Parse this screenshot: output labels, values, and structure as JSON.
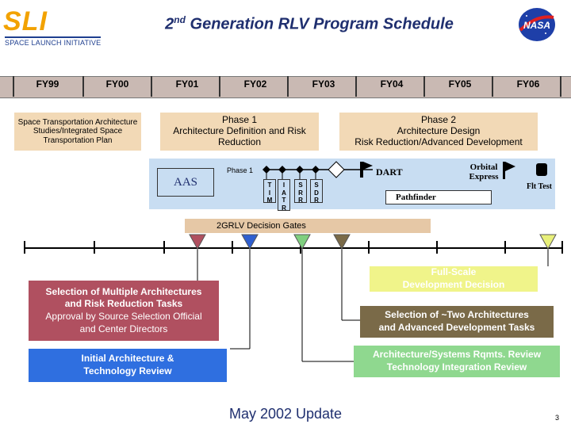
{
  "header": {
    "logo_text": "SLI",
    "logo_subtitle": "SPACE LAUNCH INITIATIVE",
    "title_prefix": "2",
    "title_sup": "nd",
    "title_rest": " Generation RLV Program Schedule",
    "nasa_logo_text": "NASA"
  },
  "fiscal_years": [
    "FY99",
    "FY00",
    "FY01",
    "FY02",
    "FY03",
    "FY04",
    "FY05",
    "FY06"
  ],
  "phases": {
    "pre_phase": "Space Transportation Architecture Studies/Integrated Space Transportation Plan",
    "phase1": "Phase 1\nArchitecture Definition and Risk Reduction",
    "phase2": "Phase 2\nArchitecture Design\nRisk Reduction/Advanced Development"
  },
  "activity_row": {
    "aas": "AAS",
    "phase1_label": "Phase 1",
    "reviews": [
      {
        "letters": [
          "T",
          "I",
          "M"
        ]
      },
      {
        "letters": [
          "I",
          "A",
          "T",
          "R"
        ]
      },
      {
        "letters": [
          "S",
          "R",
          "R"
        ]
      },
      {
        "letters": [
          "S",
          "D",
          "R"
        ]
      }
    ],
    "dart": "DART",
    "orbital_express": "Orbital Express",
    "flt_test": "Flt Test",
    "pathfinder": "Pathfinder"
  },
  "decision_gates_label": "2GRLV Decision Gates",
  "gates": [
    {
      "color": "#b05060"
    },
    {
      "color": "#2f5fd0"
    },
    {
      "color": "#7fcf7f"
    },
    {
      "color": "#7a6a48"
    },
    {
      "color": "#e8f07a"
    }
  ],
  "gate_labels": {
    "left1": {
      "line1": "Selection of Multiple Architectures",
      "line2": "and Risk Reduction Tasks",
      "line3": "Approval by Source Selection Official",
      "line4": "and Center Directors",
      "color": "#b05060"
    },
    "left2": {
      "line1": "Initial Architecture &",
      "line2": "Technology Review",
      "color": "#2f6fe0"
    },
    "right1": {
      "line1": "Full-Scale",
      "line2": "Development Decision",
      "color": "#f0f48a"
    },
    "right2": {
      "line1": "Selection of ~Two Architectures",
      "line2": "and Advanced Development Tasks",
      "color": "#7a6a48"
    },
    "right3": {
      "line1": "Architecture/Systems Rqmts. Review",
      "line2": "Technology Integration Review",
      "color": "#8fd88f"
    }
  },
  "footer": {
    "update": "May 2002 Update",
    "page": "3"
  }
}
